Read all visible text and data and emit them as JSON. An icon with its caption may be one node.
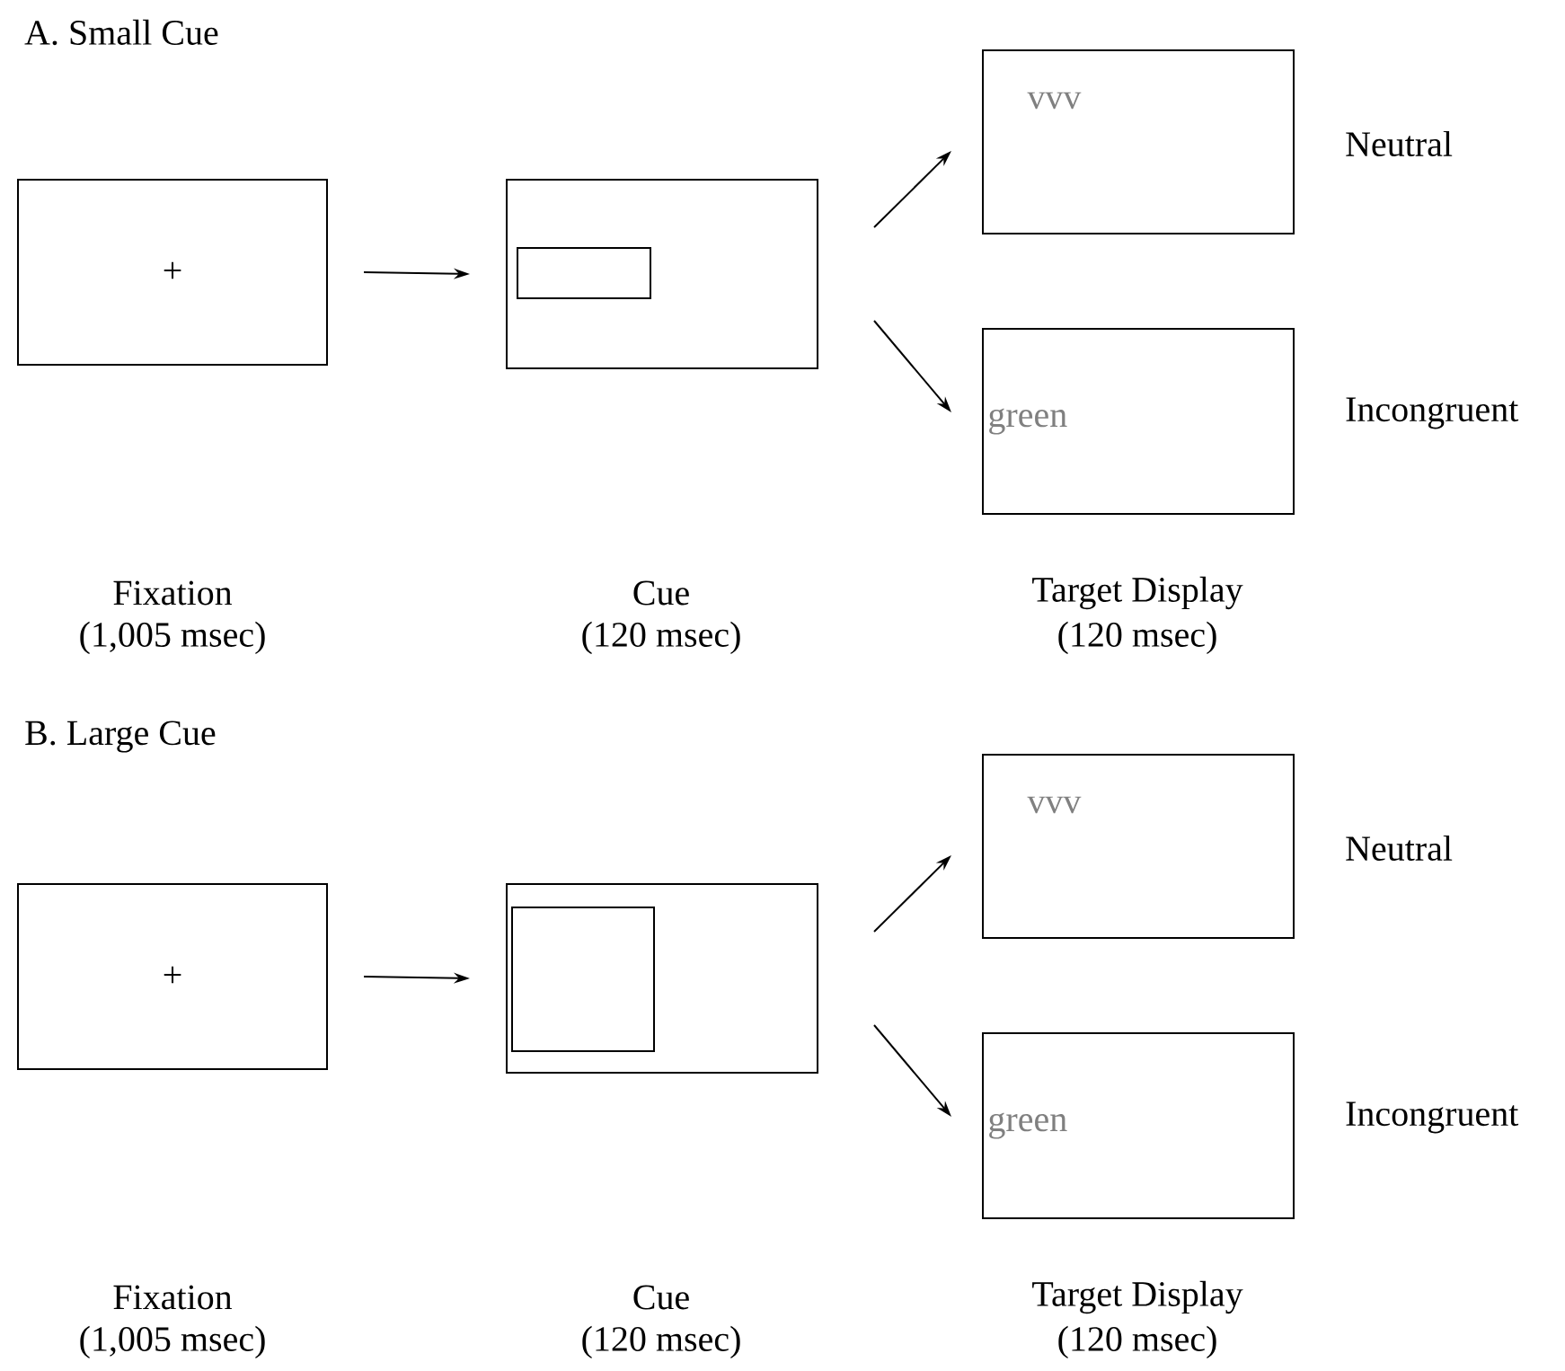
{
  "diagram": {
    "nodes": [
      {
        "text": [
          "+"
        ],
        "beside": [
          "Fixation",
          "(1,005 msec)"
        ]
      },
      {
        "text": [],
        "shape": "box",
        "beside": [
          "Cue",
          "(120 msec)"
        ]
      },
      {
        "text": [],
        "shape": "box",
        "in": 1
      },
      {
        "text": [
          "vvv"
        ],
        "beside": [
          "Neutral"
        ]
      },
      {
        "text": [
          "green"
        ],
        "beside": [
          "Incongruent"
        ]
      },
      {
        "text": [
          "+"
        ],
        "beside": [
          "Fixation",
          "(1,005 msec)"
        ]
      },
      {
        "text": [],
        "shape": "box",
        "beside": [
          "Cue",
          "(120 msec)"
        ]
      },
      {
        "text": [],
        "shape": "box",
        "in": 6
      },
      {
        "text": [
          "vvv"
        ],
        "beside": [
          "Neutral"
        ]
      },
      {
        "text": [
          "green"
        ],
        "beside": [
          "Incongruent"
        ]
      }
    ],
    "edges": [
      {
        "from": 0,
        "to": 1,
        "arrow": "to"
      },
      {
        "from": 1,
        "to": 3,
        "arrow": "to"
      },
      {
        "from": 1,
        "to": 4,
        "arrow": "to"
      },
      {
        "from": 5,
        "to": 6,
        "arrow": "to"
      },
      {
        "from": 6,
        "to": 8,
        "arrow": "to"
      },
      {
        "from": 6,
        "to": 9,
        "arrow": "to"
      }
    ],
    "labels": [
      "A. Small Cue",
      "Target Display",
      "(120 msec)",
      "B. Large Cue",
      "Target Display",
      "(120 msec)"
    ]
  }
}
